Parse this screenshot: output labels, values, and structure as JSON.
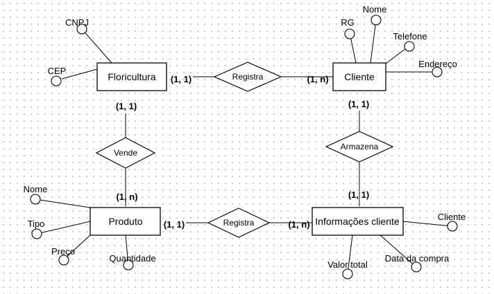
{
  "entities": {
    "floricultura": "Floricultura",
    "cliente": "Cliente",
    "produto": "Produto",
    "informacoes": "Informações cliente"
  },
  "relationships": {
    "registra_top": "Registra",
    "vende": "Vende",
    "armazena": "Armazena",
    "registra_bottom": "Registra"
  },
  "attributes": {
    "cnpj": "CNPJ",
    "cep": "CEP",
    "rg": "RG",
    "nome_cliente": "Nome",
    "telefone": "Telefone",
    "endereco": "Endereço",
    "nome_produto": "Nome",
    "tipo": "Tipo",
    "preco": "Preço",
    "quantidade": "Quantidade",
    "cliente_info": "Cliente",
    "valor_total": "Valor total",
    "data_compra": "Data da compra"
  },
  "cardinalities": {
    "floricultura_registra": "(1, 1)",
    "cliente_registra": "(1, n)",
    "floricultura_vende": "(1, 1)",
    "produto_vende": "(1, n)",
    "cliente_armazena": "(1, 1)",
    "info_armazena": "(1, 1)",
    "produto_registra": "(1, 1)",
    "info_registra": "(1, n)"
  }
}
